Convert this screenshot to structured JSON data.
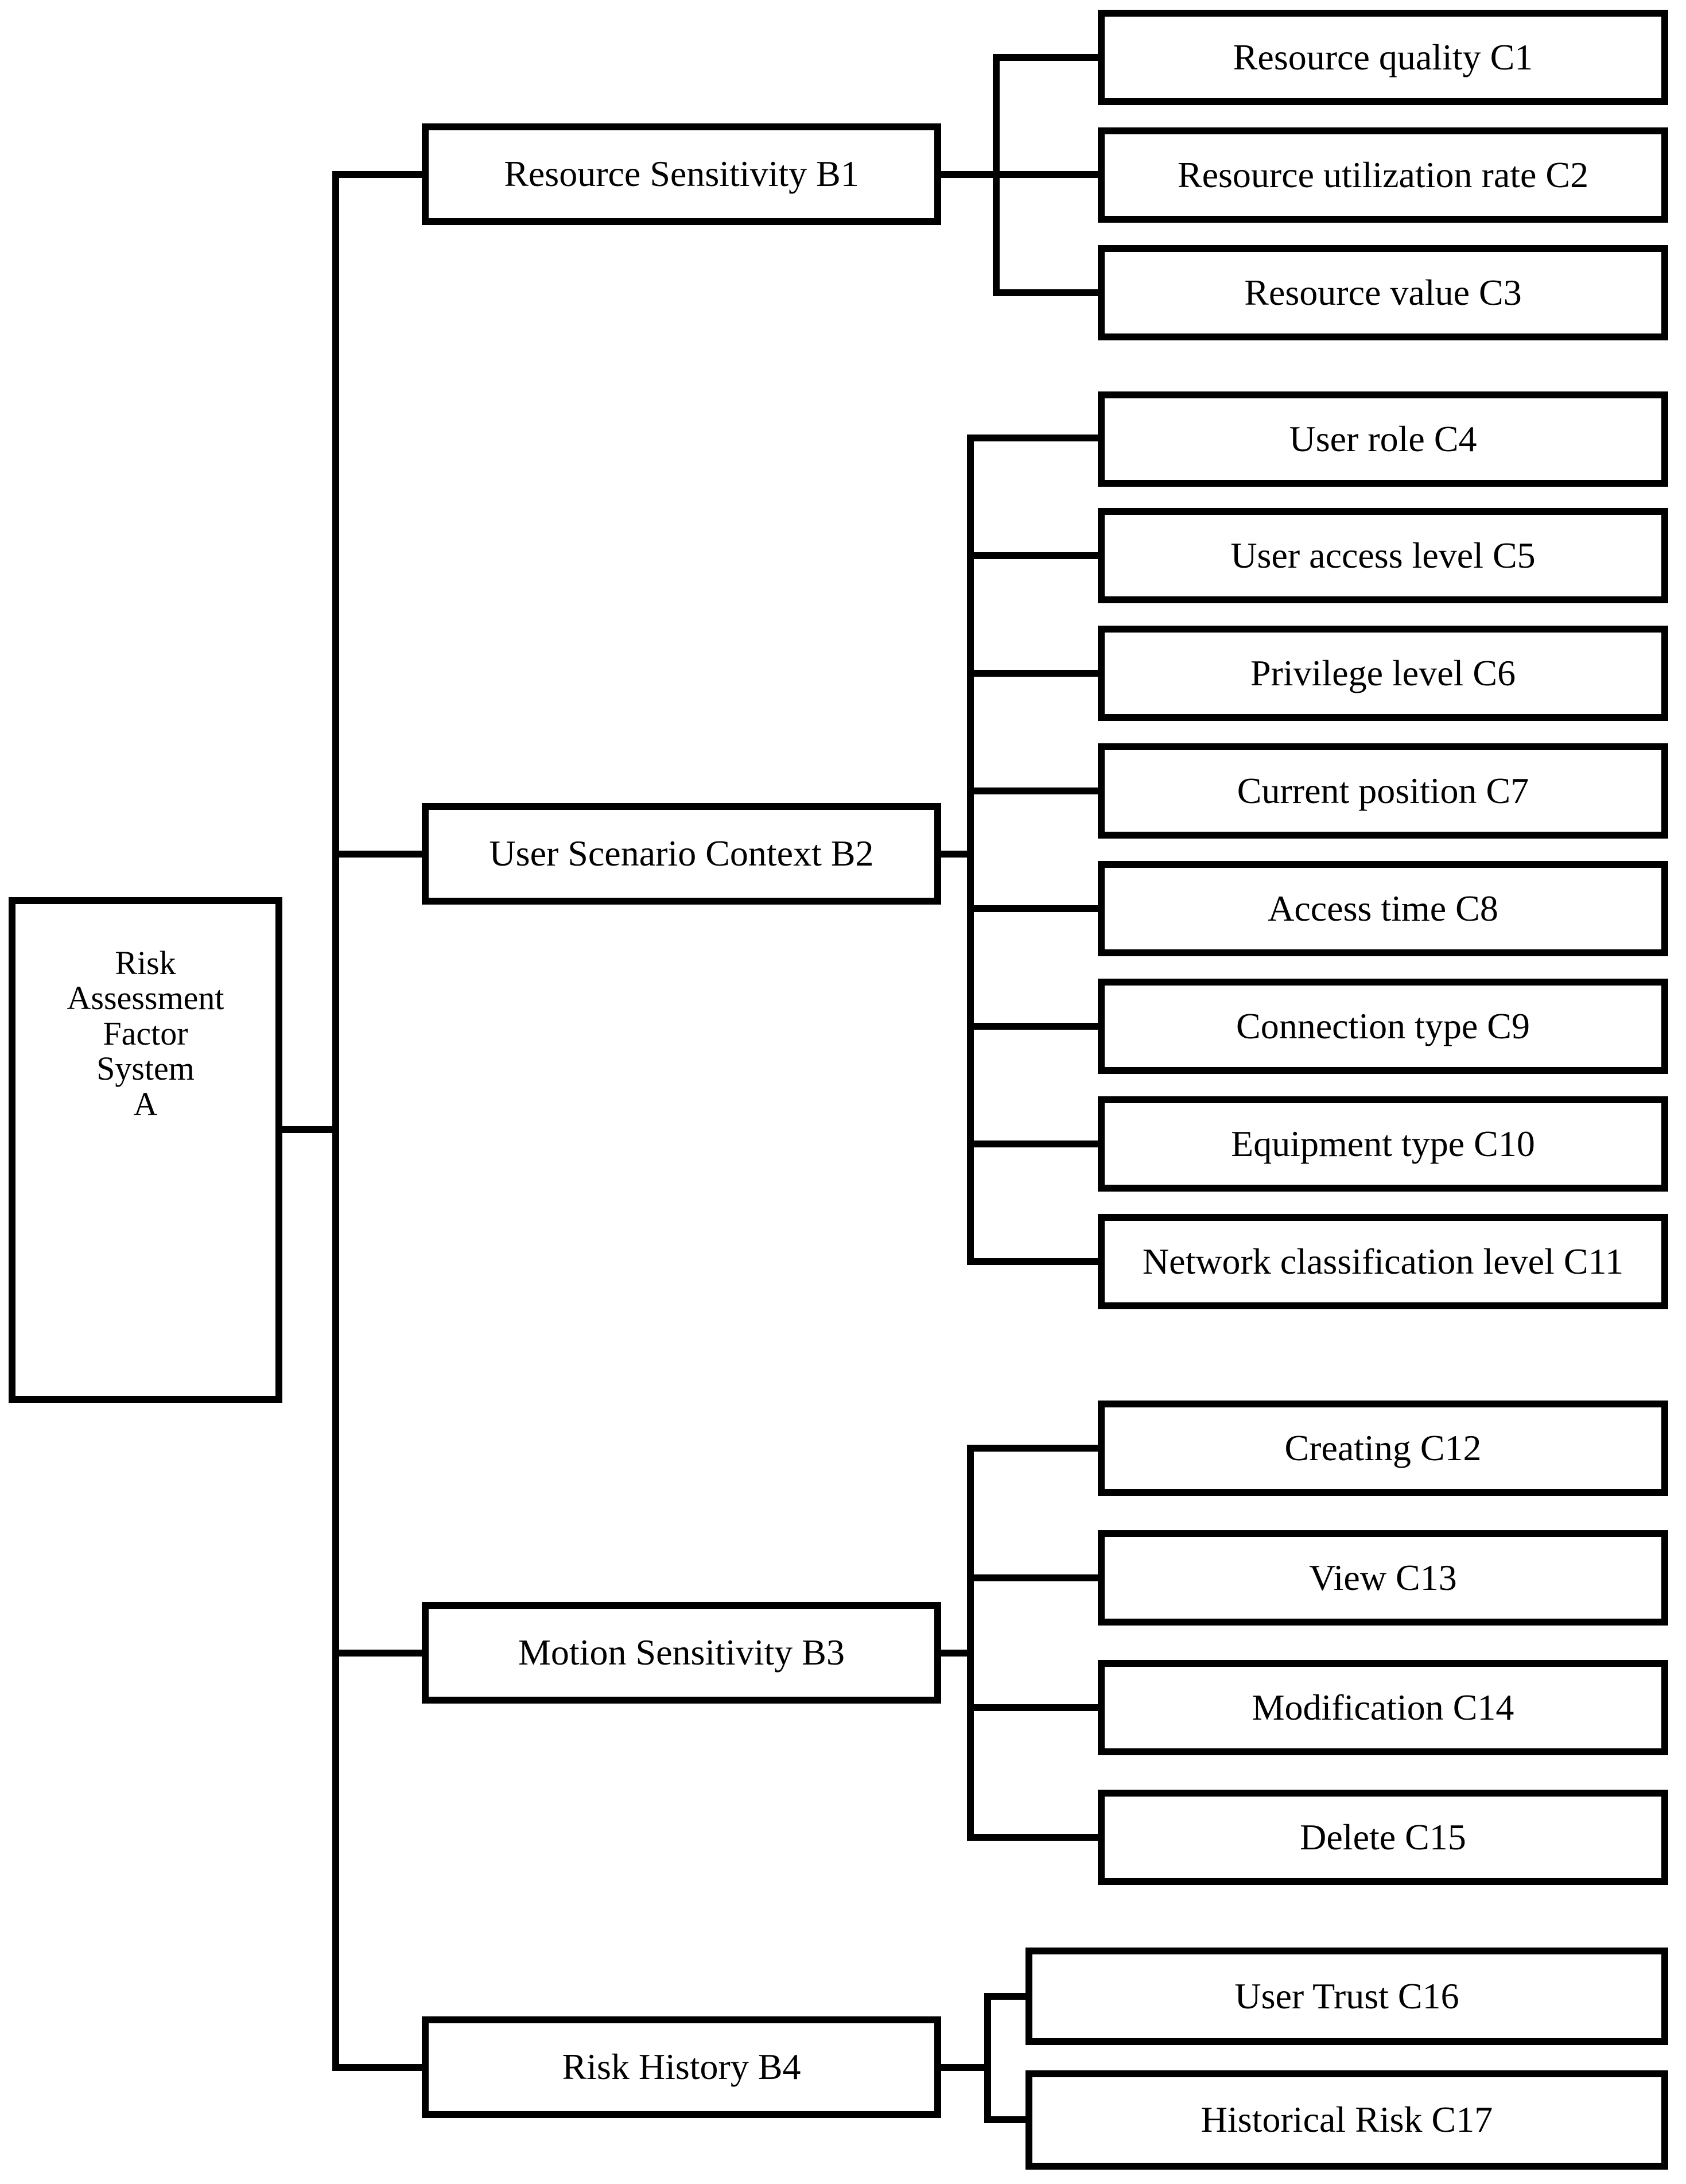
{
  "diagram": {
    "root": {
      "id": "A",
      "label": "Risk Assessment Factor System A",
      "lines": [
        "Risk",
        "Assessment",
        "Factor",
        "System",
        "A"
      ]
    },
    "branches": [
      {
        "id": "B1",
        "label": "Resource Sensitivity B1",
        "children": [
          "Resource quality C1",
          "Resource utilization rate C2",
          "Resource value C3"
        ]
      },
      {
        "id": "B2",
        "label": "User Scenario Context B2",
        "children": [
          "User role C4",
          "User access level C5",
          "Privilege level C6",
          "Current position C7",
          "Access time C8",
          "Connection type C9",
          "Equipment type C10",
          "Network classification level C11"
        ]
      },
      {
        "id": "B3",
        "label": "Motion Sensitivity B3",
        "children": [
          "Creating C12",
          "View C13",
          "Modification C14",
          "Delete C15"
        ]
      },
      {
        "id": "B4",
        "label": "Risk History B4",
        "children": [
          "User Trust C16",
          "Historical Risk C17"
        ]
      }
    ],
    "colors": {
      "line_color": "#000000",
      "background_color": "#ffffff",
      "text_color": "#000000"
    }
  }
}
